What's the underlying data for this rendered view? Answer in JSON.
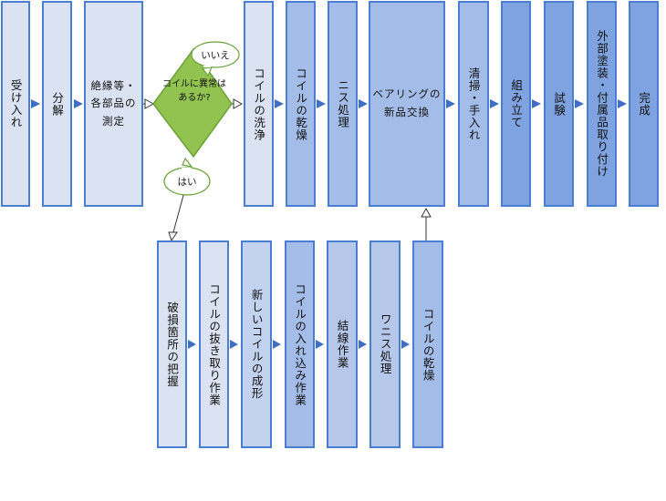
{
  "steps_top": [
    {
      "label": "受け入れ"
    },
    {
      "label": "分解"
    },
    {
      "label": "絶縁等・各部品の測定"
    },
    {
      "label": "コイルの洗浄"
    },
    {
      "label": "コイルの乾燥"
    },
    {
      "label": "ニス処理"
    },
    {
      "label": "ベアリングの新品交換"
    },
    {
      "label": "清掃・手入れ"
    },
    {
      "label": "組み立て"
    },
    {
      "label": "試験"
    },
    {
      "label": "外部塗装・付属品取り付け"
    },
    {
      "label": "完成"
    }
  ],
  "decision": {
    "question": "コイルに異常はあるか?",
    "no_label": "いいえ",
    "yes_label": "はい"
  },
  "steps_bottom": [
    {
      "label": "破損箇所の把握"
    },
    {
      "label": "コイルの抜き取り作業"
    },
    {
      "label": "新しいコイルの成形"
    },
    {
      "label": "コイルの入れ込み作業"
    },
    {
      "label": "結線作業"
    },
    {
      "label": "ワニス処理"
    },
    {
      "label": "コイルの乾燥"
    }
  ],
  "colors": {
    "border": "#4a7ed1",
    "arrow": "#3f6fc4",
    "diamond": "#92c24f",
    "callout_border": "#6aa13a"
  }
}
